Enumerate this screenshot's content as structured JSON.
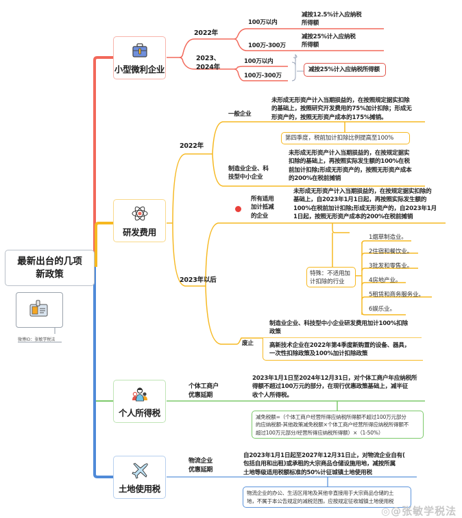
{
  "root": {
    "title": "最新出台的几项\n新政策"
  },
  "badge": {
    "weibo_id": "微博ID：张敏学税法",
    "icon": "id-card-icon"
  },
  "watermark": "◎@张敏学税法",
  "colors": {
    "small_micro": "#f2685a",
    "rnd": "#f6b820",
    "personal": "#7cc96a",
    "land": "#5a93db",
    "trunk_blue": "#4f8ad8",
    "red_dot": "#e9403a"
  },
  "small_micro": {
    "title": "小型微利企业",
    "icon": "briefcase-icon",
    "y2022": {
      "label": "2022年",
      "items": [
        {
          "label": "100万以内",
          "rule": "减按12.5%计入应纳税\n所得额"
        },
        {
          "label": "100万-300万",
          "rule": "减按25%计入应纳税\n所得额"
        }
      ]
    },
    "y2023": {
      "label": "2023、\n2024年",
      "items": [
        {
          "label": "100万以内"
        },
        {
          "label": "100万-300万"
        }
      ],
      "summary": "减按25%计入应纳税所得额"
    }
  },
  "rnd": {
    "title": "研发费用",
    "icon": "atom-icon",
    "y2022": {
      "label": "2022年",
      "general": {
        "label": "一般企业",
        "rule": "未形成无形资产计入当期损益的，在按照规定据实扣除\n的基础上，按照研究开发费用的75%加计扣除；形成无\n形资产的，按照无形资产成本的175%摊销。",
        "note": "第四季度，税前加计扣除比例提高至100%"
      },
      "manufacturing": {
        "label": "制造业企业、科\n技型中小企业",
        "rule": "未形成无形资产计入当期损益的，在按规定据实\n扣除的基础上，再按照实际发生额的100%在税\n前加计扣除;形成无形资产的，按照无形资产成本\n的200%在税前摊销"
      }
    },
    "y2023": {
      "label": "2023年以后",
      "all": {
        "label": "所有适用\n加计抵减\n的企业",
        "rule": "未形成无形资产计入当期损益的，在按规定据实扣除的\n基础上，自2023年1月1日起，再按照实际发生额的\n100%在税前加计扣除;形成无形资产的，自2023年1月\n1日起，按照无形资产成本的200%在税前摊销"
      },
      "special": {
        "label": "特殊：不适用加\n计扣除的行业",
        "industries": [
          "1烟草制造业。",
          "2住宿和餐饮业。",
          "3批发和零售业。",
          "4房地产业。",
          "5租赁和商务服务业。",
          "6娱乐业。"
        ]
      },
      "abolished": {
        "label": "废止",
        "items": [
          "制造业企业、科技型中小企业研发费用加计100%扣除\n政策",
          "高新技术企业在2022年第4季度新购置的设备、器具，\n一次性扣除政策及100%加计扣除政策"
        ]
      }
    }
  },
  "personal": {
    "title": "个人所得税",
    "icon": "people-icon",
    "branch": {
      "label": "个体工商户\n优惠延期",
      "rule": "2023年1月1日至2024年12月31日，对个体工商户年应纳税所\n得额不超过100万元的部分，在现行优惠政策基础上，减半征\n收个人所得税。",
      "note": "减免税额=（个体工商户经营所得应纳税所得额不超过100万元部分\n的应纳税额-其他政策减免税额×个体工商户经营所得应纳税所得额不\n超过100万元部分/经营所得应纳税所得额）×（1-50%）"
    }
  },
  "land": {
    "title": "土地使用税",
    "icon": "airplane-icon",
    "branch": {
      "label": "物流企业\n优惠延期",
      "rule": "自2023年1月1日起至2027年12月31日止，对物流企业自有(\n包括自用和出租)或承租的大宗商品仓储设施用地，减按所属\n土地等级适用税额标准的50%计征城镇土地使用税",
      "note": "物流企业的办公、生活区用地及其他非直接用于大宗商品仓储的土\n地，不属于本公告规定的减税范围，应按规定征收城镇土地使用税"
    }
  }
}
